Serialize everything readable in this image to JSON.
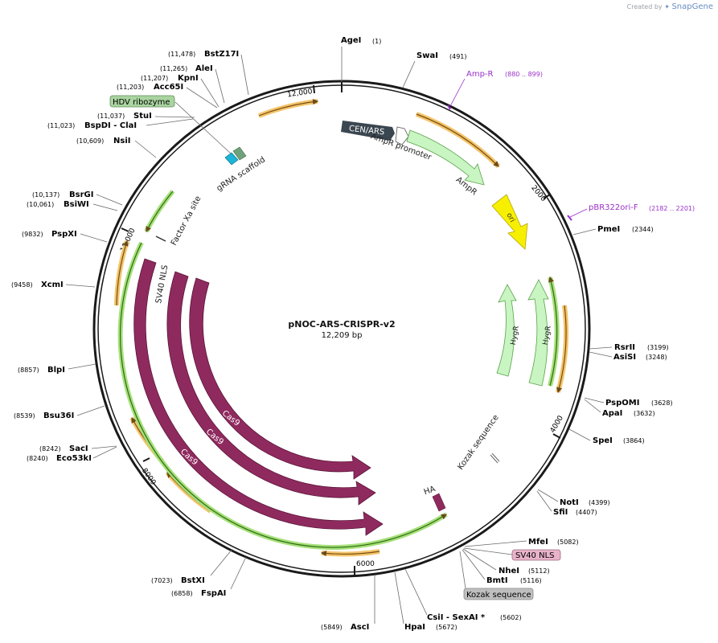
{
  "credit": {
    "prefix": "Created by",
    "brand": "SnapGene"
  },
  "plasmid": {
    "name": "pNOC-ARS-CRISPR-v2",
    "length_label": "12,209 bp"
  },
  "scale_ticks": [
    "2000",
    "4000",
    "6000",
    "8000",
    "10,000",
    "12,000"
  ],
  "sites": [
    {
      "pos": "(1)",
      "name": "AgeI"
    },
    {
      "pos": "(491)",
      "name": "SwaI"
    },
    {
      "pos": "(880 .. 899)",
      "name": "Amp-R"
    },
    {
      "pos": "(2182 .. 2201)",
      "name": "pBR322ori-F"
    },
    {
      "pos": "(2344)",
      "name": "PmeI"
    },
    {
      "pos": "(3199)",
      "name": "RsrII"
    },
    {
      "pos": "(3248)",
      "name": "AsiSI"
    },
    {
      "pos": "(3628)",
      "name": "PspOMI"
    },
    {
      "pos": "(3632)",
      "name": "ApaI"
    },
    {
      "pos": "(3864)",
      "name": "SpeI"
    },
    {
      "pos": "(4399)",
      "name": "NotI"
    },
    {
      "pos": "(4407)",
      "name": "SfiI"
    },
    {
      "pos": "(5082)",
      "name": "MfeI"
    },
    {
      "pos": "",
      "name": "SV40 NLS"
    },
    {
      "pos": "(5112)",
      "name": "NheI"
    },
    {
      "pos": "(5116)",
      "name": "BmtI"
    },
    {
      "pos": "",
      "name": "Kozak sequence"
    },
    {
      "pos": "(5602)",
      "name": "CsiI  - SexAI *"
    },
    {
      "pos": "(5672)",
      "name": "HpaI"
    },
    {
      "pos": "(5849)",
      "name": "AscI"
    },
    {
      "pos": "(6858)",
      "name": "FspAI"
    },
    {
      "pos": "(7023)",
      "name": "BstXI"
    },
    {
      "pos": "(8240)",
      "name": "Eco53kI"
    },
    {
      "pos": "(8242)",
      "name": "SacI"
    },
    {
      "pos": "(8539)",
      "name": "Bsu36I"
    },
    {
      "pos": "(8857)",
      "name": "BlpI"
    },
    {
      "pos": "(9458)",
      "name": "XcmI"
    },
    {
      "pos": "(9832)",
      "name": "PspXI"
    },
    {
      "pos": "(10,061)",
      "name": "BsiWI"
    },
    {
      "pos": "(10,137)",
      "name": "BsrGI"
    },
    {
      "pos": "(10,609)",
      "name": "NsiI"
    },
    {
      "pos": "(11,023)",
      "name": "BspDI  - ClaI"
    },
    {
      "pos": "(11,037)",
      "name": "StuI"
    },
    {
      "pos": "",
      "name": "HDV ribozyme"
    },
    {
      "pos": "(11,203)",
      "name": "Acc65I"
    },
    {
      "pos": "(11,207)",
      "name": "KpnI"
    },
    {
      "pos": "(11,265)",
      "name": "AleI"
    },
    {
      "pos": "(11,478)",
      "name": "BstZ17I"
    }
  ],
  "features": [
    {
      "name": "CEN/ARS"
    },
    {
      "name": "AmpR promoter"
    },
    {
      "name": "AmpR"
    },
    {
      "name": "ori"
    },
    {
      "name": "HygR"
    },
    {
      "name": "HygR"
    },
    {
      "name": "Kozak sequence"
    },
    {
      "name": "HA"
    },
    {
      "name": "Cas9"
    },
    {
      "name": "Cas9"
    },
    {
      "name": "Cas9"
    },
    {
      "name": "SV40 NLS"
    },
    {
      "name": "Factor Xa site"
    },
    {
      "name": "gRNA scaffold"
    }
  ],
  "colors": {
    "backbone": "#1a1a1a",
    "cas9": "#8f2a5f",
    "primer": "#9b30c8",
    "ori": "#f7ef00",
    "hygr": "#c8f5c2",
    "cen_ars": "#3a4650",
    "orf_orange": "#f3c46a",
    "orf_green": "#a6e07a",
    "hdv_badge": "#a9d4a0",
    "sv40_badge": "#e8b3c9",
    "kozak_badge": "#bfbfbf"
  }
}
